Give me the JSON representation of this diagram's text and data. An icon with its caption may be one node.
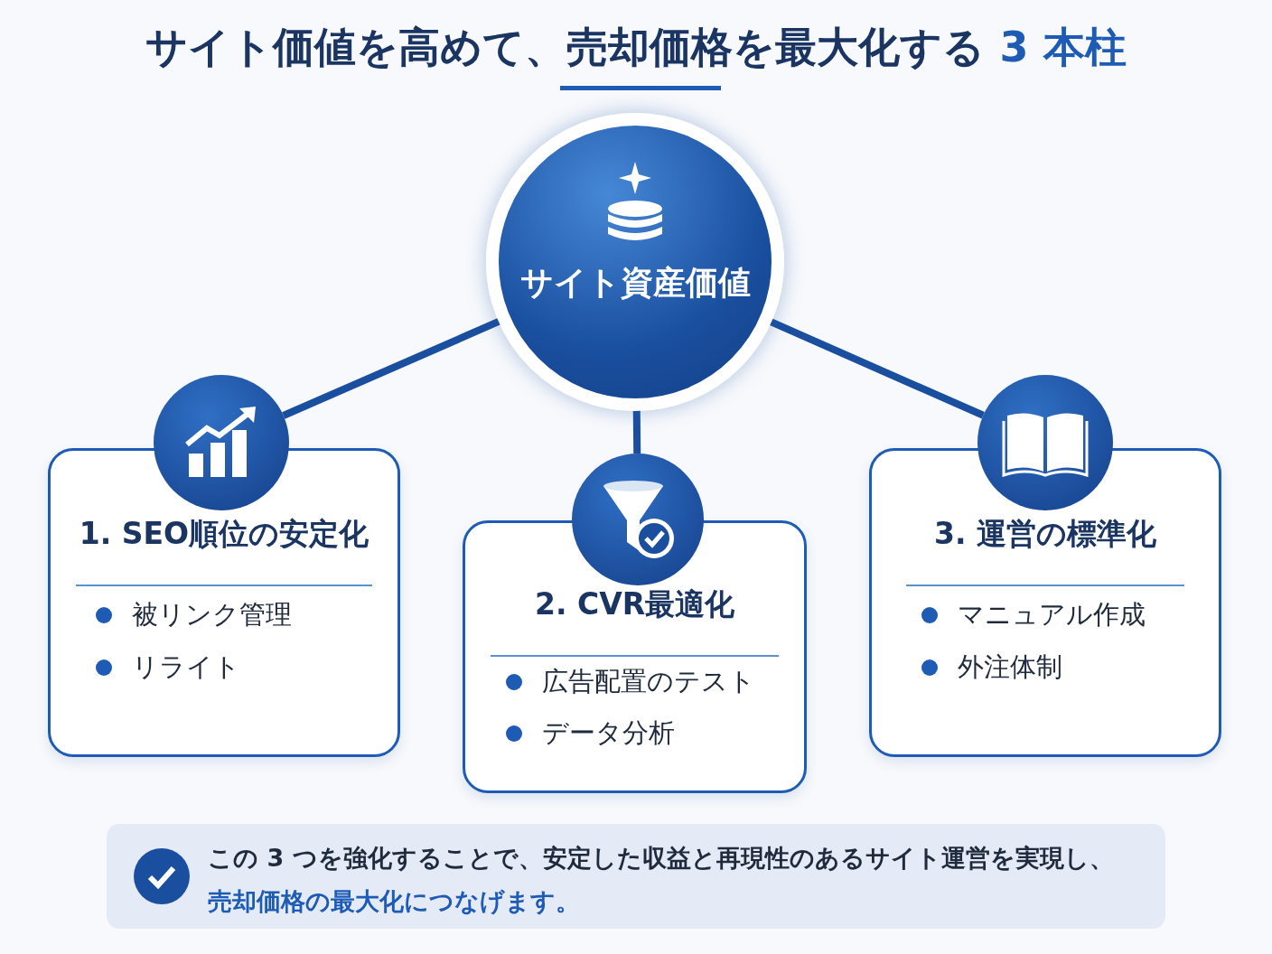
{
  "diagram": {
    "title": "サイト価値を高めて、売却価格を最大化する **3 本柱**",
    "nodes": [
      {
        "text": [
          "サイト資産価値"
        ]
      },
      {
        "text": [],
        "shape": "circle"
      },
      {
        "text": [
          "1. SEO順位の安定化",
          "被リンク管理",
          "リライト"
        ]
      },
      {
        "text": [],
        "shape": "circle"
      },
      {
        "text": [
          "2. CVR最適化",
          "広告配置のテスト",
          "データ分析"
        ]
      },
      {
        "text": [],
        "shape": "circle"
      },
      {
        "text": [
          "3. 運営の標準化",
          "マニュアル作成",
          "外注体制"
        ]
      },
      {
        "text": [
          "この 3 つを強化することで、安定した収益と再現性のあるサイト運営を実現し、**売却価格の最大化につなげます。**"
        ]
      }
    ],
    "edges": [
      {
        "from": 0,
        "to": 1,
        "arrow": "none"
      },
      {
        "from": 0,
        "to": 3,
        "arrow": "none"
      },
      {
        "from": 0,
        "to": 5,
        "arrow": "none"
      }
    ]
  }
}
